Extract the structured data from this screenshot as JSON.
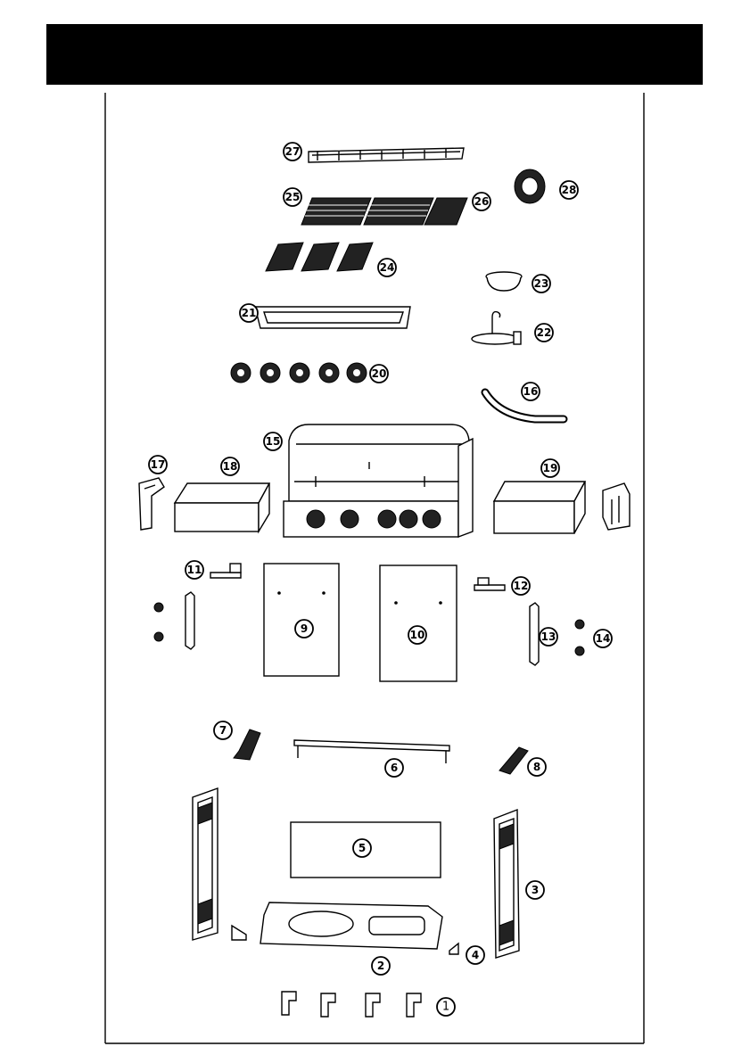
{
  "header": {
    "title": ""
  },
  "callouts": [
    "1",
    "2",
    "3",
    "4",
    "5",
    "6",
    "7",
    "8",
    "9",
    "10",
    "11",
    "12",
    "13",
    "14",
    "15",
    "16",
    "17",
    "18",
    "19",
    "20",
    "21",
    "22",
    "23",
    "24",
    "25",
    "26",
    "27",
    "28"
  ],
  "icons": {
    "warming_rack": "warming-rack-icon",
    "cooking_grate": "cooking-grate-icon",
    "flame_tamer": "flame-tamer-icon",
    "grease_tray": "grease-tray-icon",
    "knob": "control-knob-icon",
    "thermometer": "thermometer-icon",
    "grease_cup": "grease-cup-icon",
    "cup_holder": "grease-cup-holder-icon",
    "handle": "handle-icon",
    "firebox": "grill-head-icon",
    "side_shelf": "side-shelf-icon",
    "bracket": "bracket-icon",
    "door": "door-icon",
    "magnet": "magnet-icon",
    "panel": "panel-icon",
    "base": "base-plate-icon",
    "caster": "caster-icon"
  }
}
